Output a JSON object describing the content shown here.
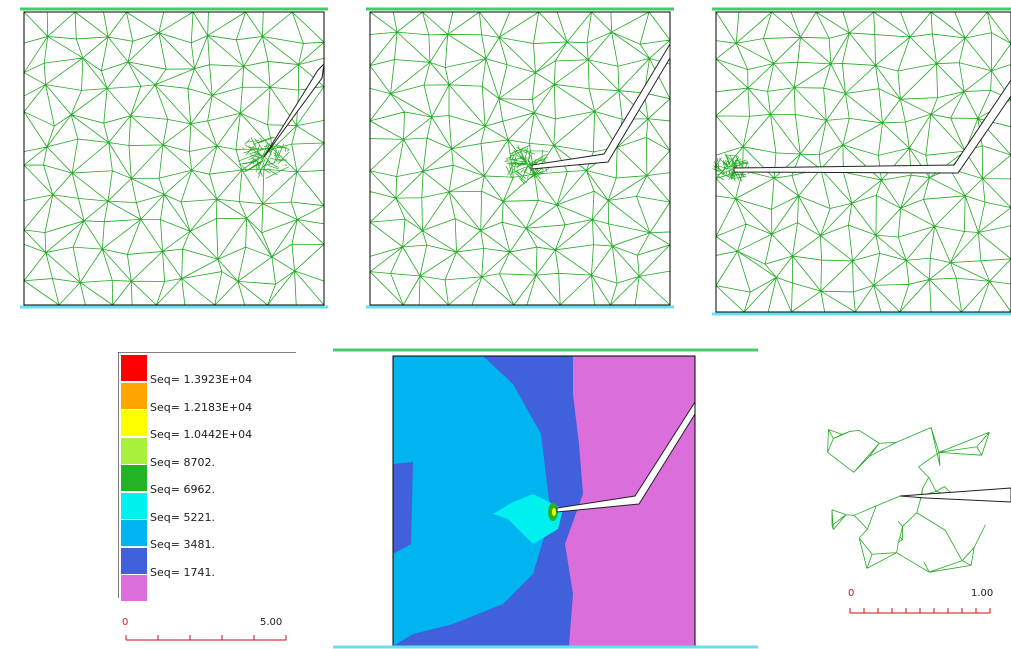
{
  "colors": {
    "mesh": "#22aa22",
    "boundary_top": "#44cc66",
    "boundary_bottom": "#66e0ee",
    "scale_bar": "#cc1111",
    "crack": "#222222"
  },
  "legend": {
    "entries": [
      {
        "label": "Seq= 1.3923E+04",
        "color": "#ff0000"
      },
      {
        "label": "Seq= 1.2183E+04",
        "color": "#ffa500"
      },
      {
        "label": "Seq= 1.0442E+04",
        "color": "#ffff00"
      },
      {
        "label": "Seq= 8702.",
        "color": "#a8f03c"
      },
      {
        "label": "Seq= 6962.",
        "color": "#22b422"
      },
      {
        "label": "Seq= 5221.",
        "color": "#00f0f0"
      },
      {
        "label": "Seq= 3481.",
        "color": "#00b4f0"
      },
      {
        "label": "Seq= 1741.",
        "color": "#4060dc"
      },
      {
        "label": "",
        "color": "#dc6edc"
      }
    ],
    "scale_zero": "0",
    "scale_max": "5.00"
  },
  "zoom": {
    "scale_zero": "0",
    "scale_max": "1.00"
  }
}
